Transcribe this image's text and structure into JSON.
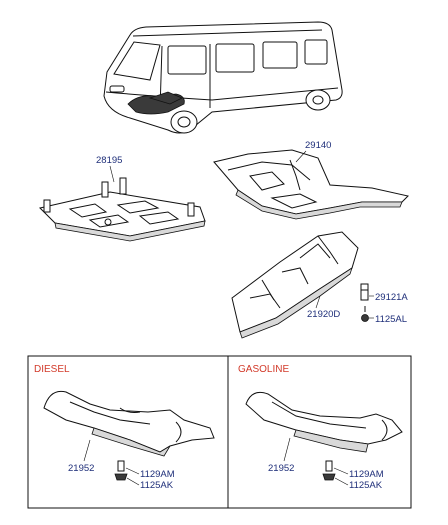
{
  "labels": {
    "p28195": "28195",
    "p29140": "29140",
    "p29121a": "29121A",
    "p1125al": "1125AL",
    "p29120d": "21920D",
    "diesel_part": "21952",
    "diesel_bolt1": "1129AM",
    "diesel_bolt2": "1125AK",
    "gas_part": "21952",
    "gas_bolt1": "1129AM",
    "gas_bolt2": "1125AK"
  },
  "sections": {
    "diesel": "DIESEL",
    "gasoline": "GASOLINE"
  },
  "colors": {
    "part_number": "#1f2f7a",
    "section_title": "#d23a2a",
    "line": "#111111"
  }
}
